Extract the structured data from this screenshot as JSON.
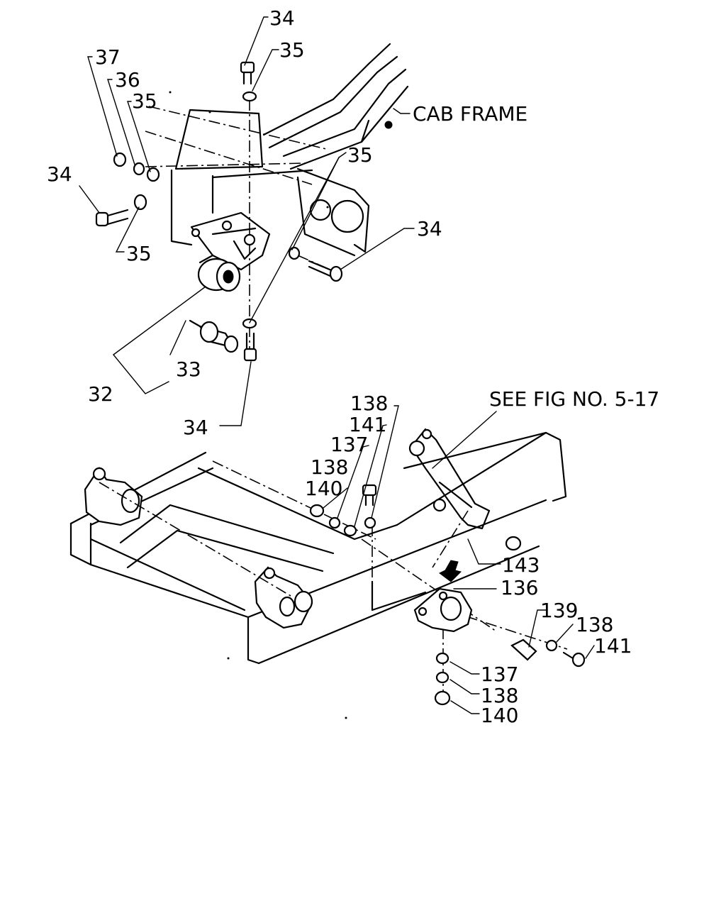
{
  "labels": {
    "cab_frame": "CAB FRAME",
    "see_fig": "SEE FIG NO. 5-17"
  },
  "callouts": {
    "p34_top": "34",
    "p35_top": "35",
    "p37": "37",
    "p36": "36",
    "p35_left_upper": "35",
    "p34_left": "34",
    "p35_left_lower": "35",
    "p35_right": "35",
    "p34_right": "34",
    "p33": "33",
    "p32": "32",
    "p34_bottom": "34",
    "p138_a": "138",
    "p141_a": "141",
    "p137_a": "137",
    "p138_b": "138",
    "p140_a": "140",
    "p143": "143",
    "p136": "136",
    "p139": "139",
    "p138_c": "138",
    "p141_b": "141",
    "p137_b": "137",
    "p138_d": "138",
    "p140_b": "140"
  }
}
